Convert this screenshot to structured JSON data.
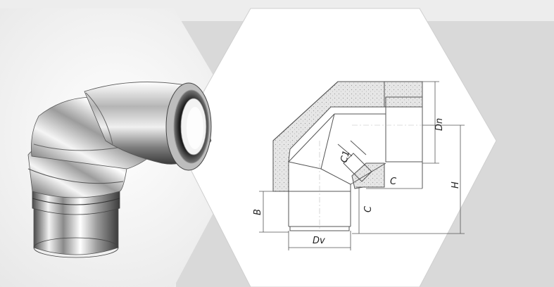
{
  "colors": {
    "background": "#ededed",
    "right_panel": "#d9d9d9",
    "photo_panel": "#f4f4f4",
    "drawing_panel": "#ffffff",
    "line": "#555555",
    "insulation": "#e4e4e4"
  },
  "photo": {
    "name": "stainless-steel-90-degree-elbow"
  },
  "drawing": {
    "labels": {
      "dn": "Dn",
      "c1": "C1",
      "c_top": "C",
      "c_side": "C",
      "h": "H",
      "b": "B",
      "dv": "Dv"
    }
  }
}
